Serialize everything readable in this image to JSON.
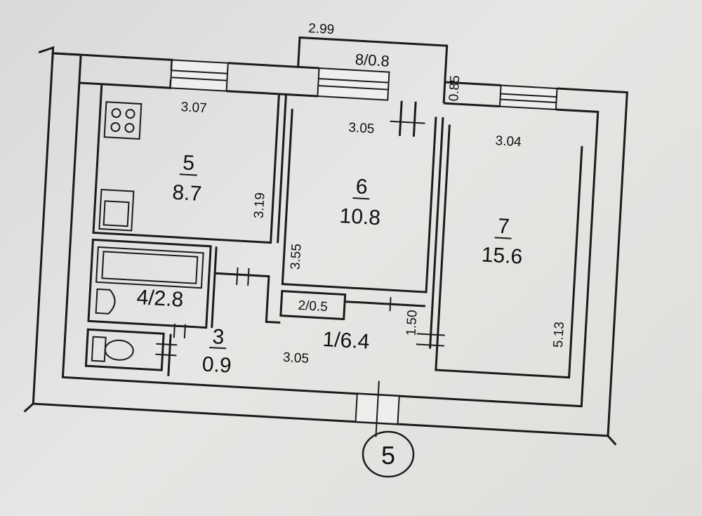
{
  "plan": {
    "rooms": [
      {
        "id": "r1",
        "label": "1/6.4"
      },
      {
        "id": "r2",
        "label": "2/0.5"
      },
      {
        "id": "r3",
        "number": "3",
        "area": "0.9"
      },
      {
        "id": "r4",
        "label": "4/2.8"
      },
      {
        "id": "r5",
        "number": "5",
        "area": "8.7"
      },
      {
        "id": "r6",
        "number": "6",
        "area": "10.8"
      },
      {
        "id": "r7",
        "number": "7",
        "area": "15.6"
      },
      {
        "id": "r8",
        "label": "8/0.8"
      }
    ],
    "dimensions": {
      "balcony_width": "2.99",
      "balcony_depth": "0.85",
      "kitchen_width": "3.07",
      "kitchen_depth": "3.19",
      "room6_width": "3.05",
      "room6_depth": "3.55",
      "room7_width": "3.04",
      "room7_depth": "5.13",
      "hall_width": "3.05",
      "hall_depth": "1.50"
    },
    "circle_label": "5"
  }
}
